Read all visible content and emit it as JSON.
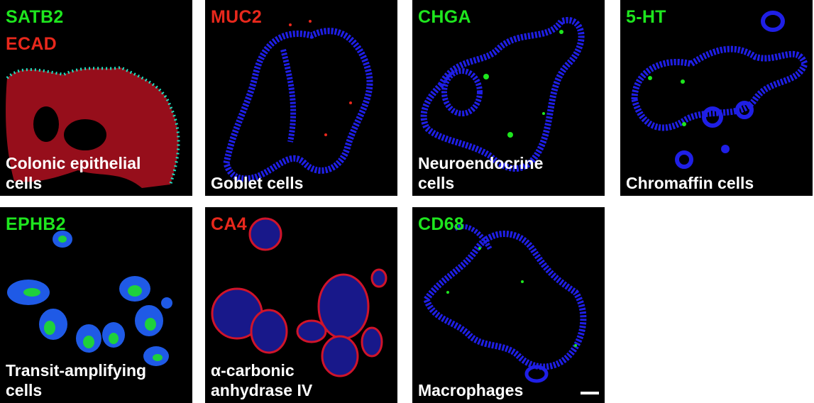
{
  "panels": [
    {
      "markers": [
        {
          "text": "SATB2",
          "color": "#1ee61e"
        },
        {
          "text": "ECAD",
          "color": "#e8281c"
        }
      ],
      "caption": "Colonic epithelial\ncells",
      "stain": "#d0142a",
      "nuclei": "#2a2ad8",
      "dots": "#20e0c0",
      "scale_bar": false
    },
    {
      "markers": [
        {
          "text": "MUC2",
          "color": "#e8281c"
        }
      ],
      "caption": "Goblet cells",
      "stain": "#1f1fe6",
      "nuclei": "#1f1fe6",
      "dots": "#e8281c",
      "scale_bar": false
    },
    {
      "markers": [
        {
          "text": "CHGA",
          "color": "#1ee61e"
        }
      ],
      "caption": "Neuroendocrine\ncells",
      "stain": "#1f1fe6",
      "nuclei": "#1f1fe6",
      "dots": "#1ee61e",
      "scale_bar": false
    },
    {
      "markers": [
        {
          "text": "5-HT",
          "color": "#1ee61e"
        }
      ],
      "caption": "Chromaffin cells",
      "stain": "#1f1fe6",
      "nuclei": "#1f1fe6",
      "dots": "#1ee61e",
      "scale_bar": false
    },
    {
      "markers": [
        {
          "text": "EPHB2",
          "color": "#1ee61e"
        }
      ],
      "caption": "Transit-amplifying\ncells",
      "stain": "#1f5ae6",
      "nuclei": "#1f5ae6",
      "dots": "#1ee61e",
      "scale_bar": false
    },
    {
      "markers": [
        {
          "text": "CA4",
          "color": "#e8281c"
        }
      ],
      "caption": "α-carbonic\nanhydrase IV",
      "stain": "#2a2ad8",
      "nuclei": "#2a2ad8",
      "dots": "#d0142a",
      "scale_bar": false
    },
    {
      "markers": [
        {
          "text": "CD68",
          "color": "#1ee61e"
        }
      ],
      "caption": "Macrophages",
      "stain": "#1f1fe6",
      "nuclei": "#1f1fe6",
      "dots": "#1ee61e",
      "scale_bar": true
    }
  ]
}
